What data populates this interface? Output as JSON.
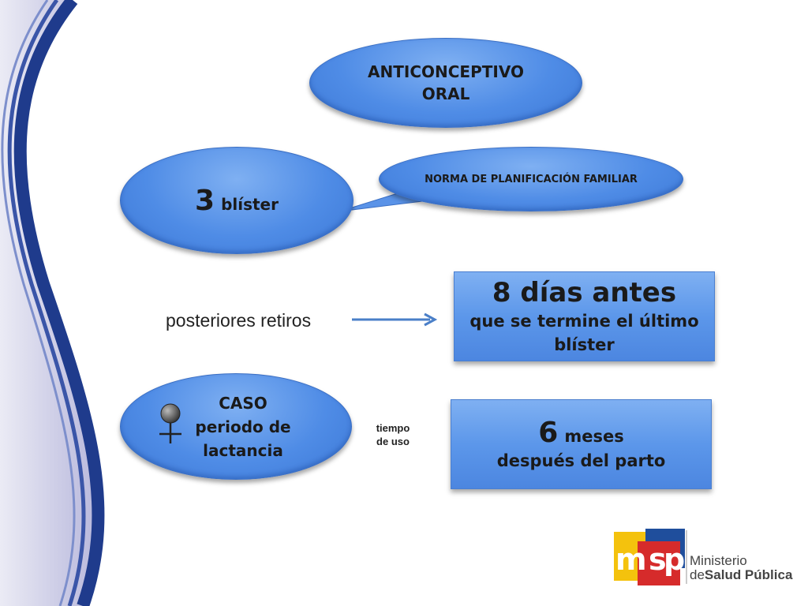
{
  "slide": {
    "anticonceptivo": {
      "line1": "ANTICONCEPTIVO",
      "line2": "ORAL"
    },
    "blister": {
      "number": "3",
      "word": "blíster"
    },
    "norma": "NORMA DE PLANIFICACIÓN FAMILIAR",
    "posteriores": "posteriores retiros",
    "dias": {
      "title": "8 días antes",
      "line2": "que se termine el último",
      "line3": "blíster"
    },
    "caso": {
      "line1": "CASO",
      "line2": "periodo de",
      "line3": "lactancia",
      "symbol": "female-symbol-icon"
    },
    "tiempo": {
      "line1": "tiempo",
      "line2": "de uso"
    },
    "meses": {
      "number": "6",
      "word": "meses",
      "line2": "después del parto"
    }
  },
  "logo": {
    "letters": "msp",
    "line1": "Ministerio",
    "line2_prefix": "de",
    "line2_main": "Salud Pública",
    "colors": {
      "yellow": "#f4c20d",
      "blue": "#1f4e9c",
      "red": "#d62b2b"
    }
  },
  "colors": {
    "shape_fill": "#5a93e8",
    "shape_border": "#3b6fc4",
    "swoosh_dark": "#1f3b8c",
    "swoosh_light": "#c9c9e6",
    "arrow": "#4a7fc8"
  }
}
